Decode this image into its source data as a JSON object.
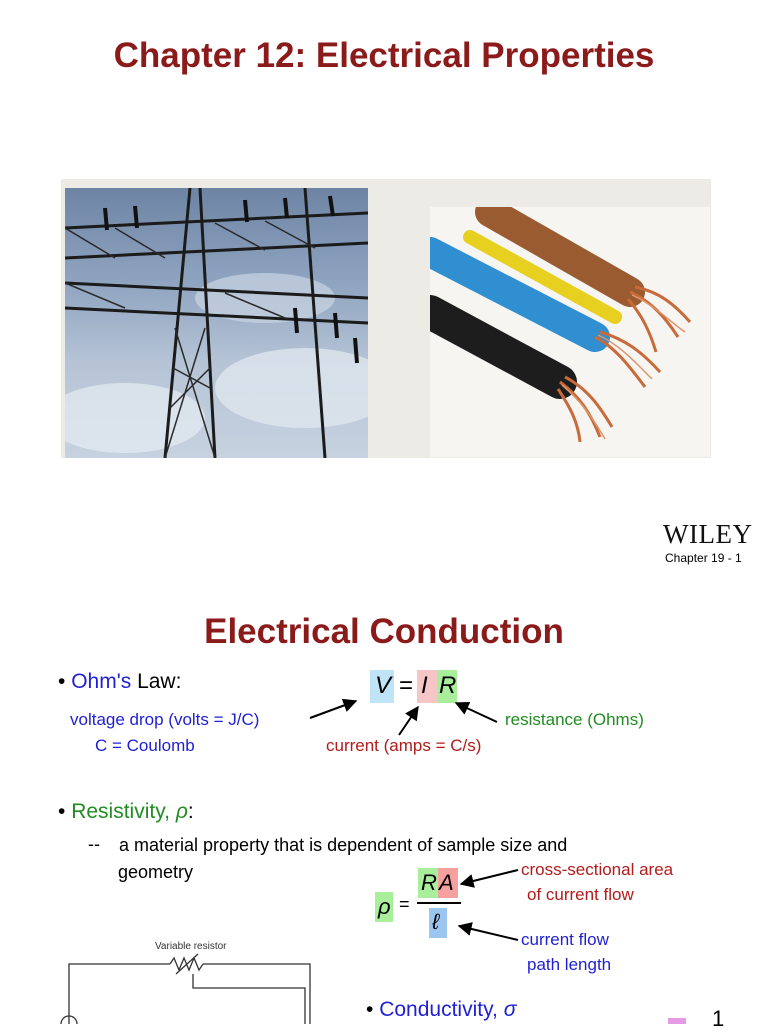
{
  "slide1": {
    "title": "Chapter 12:  Electrical Properties",
    "logo_text": "WILEY",
    "page_label": "Chapter 19 -  1"
  },
  "slide2": {
    "title": "Electrical Conduction",
    "ohms_law": {
      "bullet": "•",
      "name": "Ohm's",
      "rest": " Law:",
      "eq_v": "V",
      "eq_equals": "=",
      "eq_i": "I",
      "eq_r": "R",
      "voltage_label": "voltage drop (volts = J/C)",
      "coulomb_label": "C = Coulomb",
      "current_label": "current (amps = C/s)",
      "resistance_label": "resistance (Ohms)"
    },
    "resistivity": {
      "bullet": "•",
      "name": "Resistivity, ",
      "symbol": "ρ",
      "colon": ":",
      "dash": "--",
      "line1": "a material property that is dependent of sample size and",
      "line2": "geometry",
      "eq_rho": "ρ",
      "eq_equals": "=",
      "eq_r": "R",
      "eq_a": "A",
      "eq_l": "ℓ",
      "area_label_1": "cross-sectional area",
      "area_label_2": "of current flow",
      "path_label_1": "current flow",
      "path_label_2": "path length"
    },
    "circuit": {
      "resistor_label": "Variable resistor"
    },
    "conductivity": {
      "bullet": "•",
      "name": "Conductivity, ",
      "symbol": "σ"
    },
    "page_fragment": "1"
  },
  "colors": {
    "title": "#8b1a1a",
    "blue": "#1f1fd6",
    "green": "#228b22",
    "red": "#b31b1b",
    "box_v": "#bfe3f7",
    "box_i": "#f6c6c6",
    "box_r": "#a9ee9a"
  }
}
